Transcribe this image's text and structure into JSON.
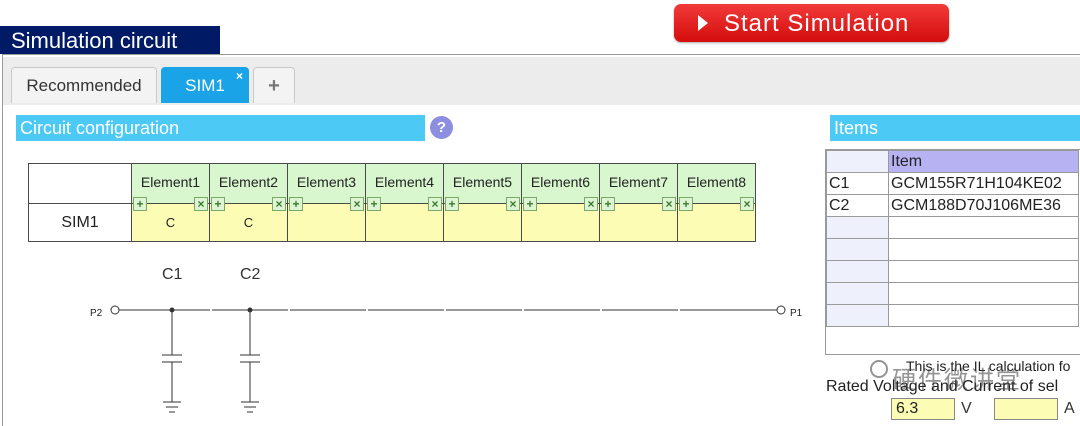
{
  "header": {
    "title": "Simulation circuit",
    "start_button": "Start Simulation"
  },
  "tabs": [
    {
      "label": "Recommended"
    },
    {
      "label": "SIM1",
      "close": "×"
    },
    {
      "label": "+"
    }
  ],
  "config": {
    "title": "Circuit configuration",
    "help": "?",
    "elements": [
      "Element1",
      "Element2",
      "Element3",
      "Element4",
      "Element5",
      "Element6",
      "Element7",
      "Element8"
    ],
    "row_name": "SIM1",
    "cells": [
      "C",
      "C",
      "",
      "",
      "",
      "",
      "",
      ""
    ],
    "add_symbol": "+",
    "delete_symbol": "×"
  },
  "circuit": {
    "components": [
      "C1",
      "C2"
    ],
    "port_left": "P2",
    "port_right": "P1"
  },
  "items": {
    "title": "Items",
    "header": "Item",
    "rows": [
      {
        "id": "C1",
        "item": "GCM155R71H104KE02"
      },
      {
        "id": "C2",
        "item": "GCM188D70J106ME36"
      }
    ]
  },
  "note": "This is the IL calculation fo",
  "rated": "Rated Voltage and Current of sel",
  "voltage": {
    "value": "6.3",
    "unit": "V"
  },
  "current": {
    "value": "",
    "unit": "A"
  },
  "watermark": "硬件微讲堂"
}
